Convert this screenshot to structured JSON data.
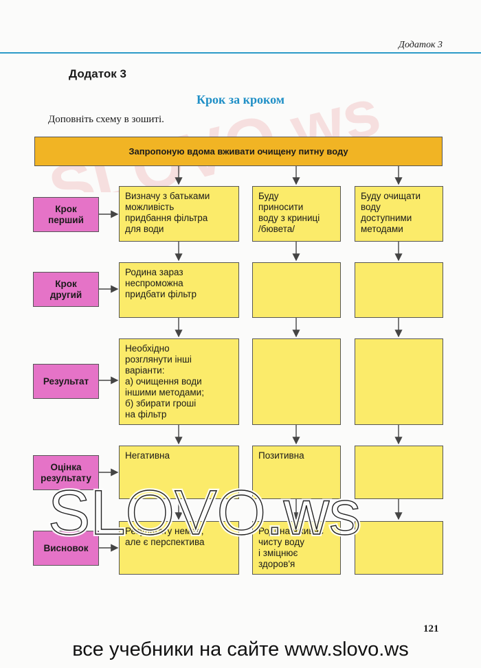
{
  "header": {
    "running_title": "Додаток 3"
  },
  "page": {
    "appendix_title": "Додаток 3",
    "section_title": "Крок за кроком",
    "instruction": "Доповніть схему в зошиті.",
    "top_box": "Запропоную вдома вживати очищену питну воду",
    "rows": [
      {
        "label": "Крок\nперший",
        "cells": [
          "Визначу з батьками\nможливість\nпридбання фільтра\nдля води",
          "Буду\nприносити\nводу з криниці\n/бювета/",
          "Буду очищати\nводу\nдоступними\nметодами"
        ]
      },
      {
        "label": "Крок\nдругий",
        "cells": [
          "Родина зараз\nнеспроможна\nпридбати фільтр",
          "",
          ""
        ]
      },
      {
        "label": "Результат",
        "cells": [
          "Необхідно\nрозглянути інші\nваріанти:\nа) очищення води\nіншими методами;\nб) збирати гроші\nна фільтр",
          "",
          ""
        ]
      },
      {
        "label": "Оцінка\nрезультату",
        "cells": [
          "Негативна",
          "Позитивна",
          ""
        ]
      },
      {
        "label": "Висновок",
        "cells": [
          "Результату немає,\nале є перспектива",
          "Родина вживає\nчисту воду\nі зміцнює\nздоров'я",
          ""
        ]
      }
    ],
    "page_number": "121"
  },
  "watermarks": {
    "site": "SLOVO.ws"
  },
  "footer": {
    "text": "все учебники на сайте www.slovo.ws"
  },
  "colors": {
    "accent": "#1f8fc6",
    "top_box": "#f1b424",
    "cell": "#fbeb6a",
    "label": "#e573c7"
  }
}
